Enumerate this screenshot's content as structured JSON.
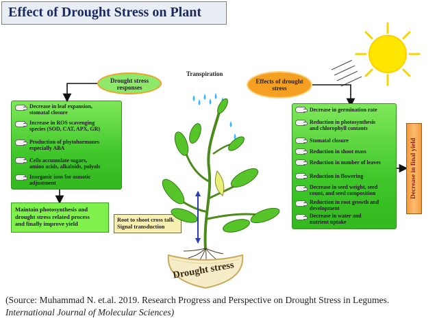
{
  "title": "Effect of Drought Stress on Plant",
  "responses_header": [
    "Drought stress",
    "responses"
  ],
  "responses": [
    [
      "Decrease in leaf expansion,",
      "stomatal closure"
    ],
    [
      "Increase in ROS scavenging",
      "species (SOD, CAT, APX, GR)"
    ],
    [
      "Production of phytohormones",
      "especially ABA"
    ],
    [
      "Cells accumulate sugars,",
      "amino acids, alkaloids, polyols"
    ],
    [
      "Inorganic ions for osmotic",
      "adjustment"
    ]
  ],
  "maintain": [
    "Maintain photosynthesis and",
    "drought stress related process",
    "and finally improve yield"
  ],
  "transpiration": "Transpiration",
  "root_box": [
    "Root to shoot cross talk",
    "Signal transduction"
  ],
  "effects_header": [
    "Effects of drought",
    "stress"
  ],
  "effects": [
    [
      "Decrease in germination rate"
    ],
    [
      "Reduction in photosynthesis",
      "and chlorophyll contants"
    ],
    [
      "Stomatal closure"
    ],
    [
      "Reduction in shoot mass"
    ],
    [
      "Reduction in number of leaves"
    ],
    [
      "Reduction in flowering"
    ],
    [
      "Decrease in seed weight, seed",
      "count, and seed composition"
    ],
    [
      "Reduction in root growth and",
      "development"
    ],
    [
      "Decrease in water and",
      "nutrient uptake"
    ]
  ],
  "final_yield": "Decrease in final yield",
  "drought_label": "Drought stress",
  "source": {
    "prefix": "(Source: Muhammad N. et.al. 2019. Research Progress and Perspective on Drought Stress in Legumes. ",
    "journal": "International Journal of Molecular Sciences)"
  },
  "colors": {
    "panel_green": "#3fc72a",
    "title_blue": "#1b2a63",
    "oval_orange": "#f6a023",
    "yield_text": "#8e1a12"
  }
}
